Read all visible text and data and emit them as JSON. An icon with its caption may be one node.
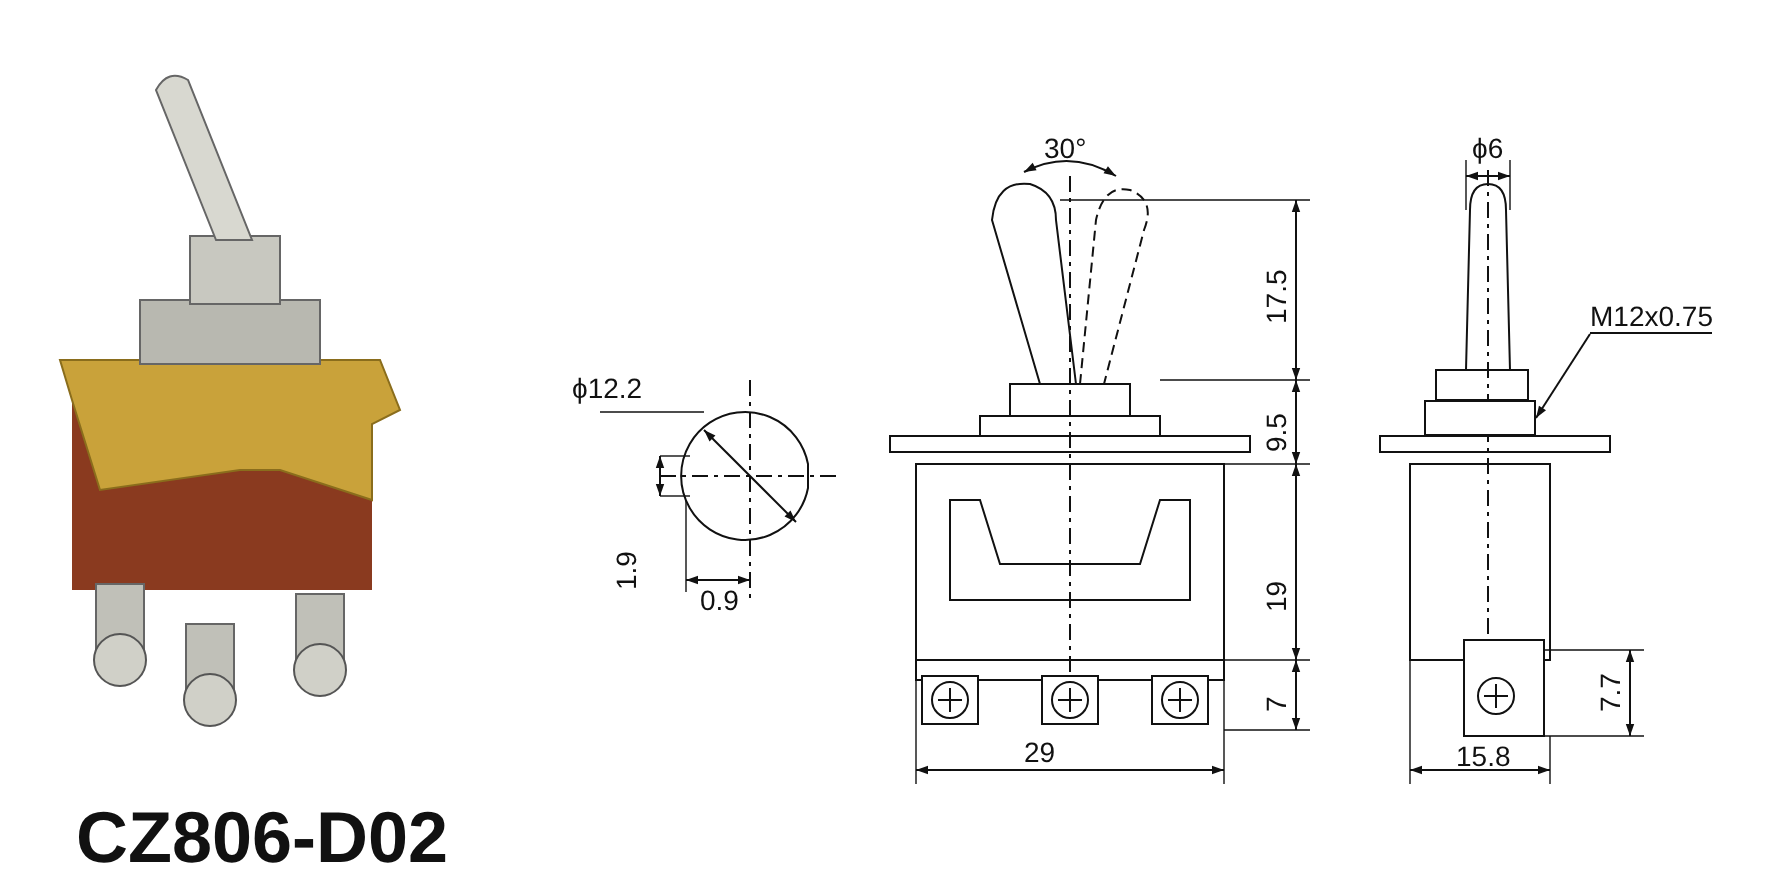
{
  "diagram": {
    "title": "CZ806-D02",
    "nodes": [
      {
        "text": [
          "M12x0.75"
        ]
      },
      {
        "text": [],
        "shape": "box"
      }
    ],
    "edges": [
      {
        "from": 0,
        "to": 1,
        "arrow": "to"
      }
    ],
    "labels": [
      "30°",
      "ϕ6",
      "17.5",
      "ϕ12.2",
      "9.5",
      "1.9",
      "19",
      "0.9",
      "7",
      "7.7",
      "29",
      "15.8"
    ]
  }
}
